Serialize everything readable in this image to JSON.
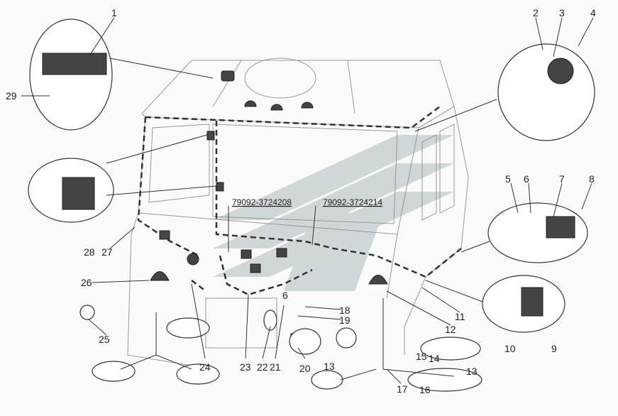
{
  "diagram": {
    "part_numbers": [
      "79092-3724208",
      "79092-3724214"
    ],
    "callouts": [
      "1",
      "2",
      "3",
      "4",
      "29",
      "28",
      "27",
      "26",
      "25",
      "24",
      "23",
      "22",
      "21",
      "20",
      "19",
      "18",
      "6",
      "5",
      "6",
      "7",
      "8",
      "11",
      "12",
      "10",
      "9",
      "13",
      "13",
      "14",
      "15",
      "16",
      "17"
    ],
    "colors": {
      "watermark": "#c9d1d1",
      "line": "#333333"
    }
  }
}
